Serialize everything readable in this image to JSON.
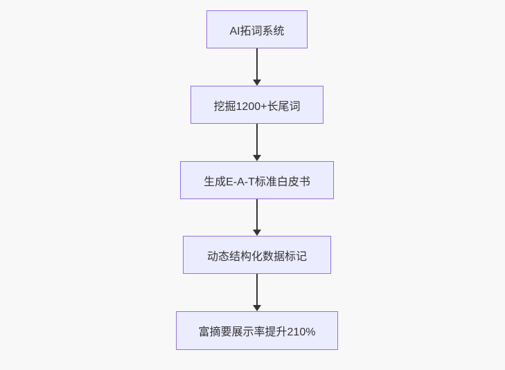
{
  "diagram": {
    "type": "flowchart-top-down",
    "colors": {
      "background": "#f8f8f8",
      "node_fill": "#ECECFF",
      "node_border": "#9370DB",
      "text_color": "#333333",
      "arrow_color": "#333333"
    },
    "nodes": [
      {
        "label": "AI拓词系统"
      },
      {
        "label": "挖掘1200+长尾词"
      },
      {
        "label": "生成E-A-T标准白皮书"
      },
      {
        "label": "动态结构化数据标记"
      },
      {
        "label": "富摘要展示率提升210%"
      }
    ],
    "edges": [
      {
        "from": "AI拓词系统",
        "to": "挖掘1200+长尾词"
      },
      {
        "from": "挖掘1200+长尾词",
        "to": "生成E-A-T标准白皮书"
      },
      {
        "from": "生成E-A-T标准白皮书",
        "to": "动态结构化数据标记"
      },
      {
        "from": "动态结构化数据标记",
        "to": "富摘要展示率提升210%"
      }
    ]
  }
}
